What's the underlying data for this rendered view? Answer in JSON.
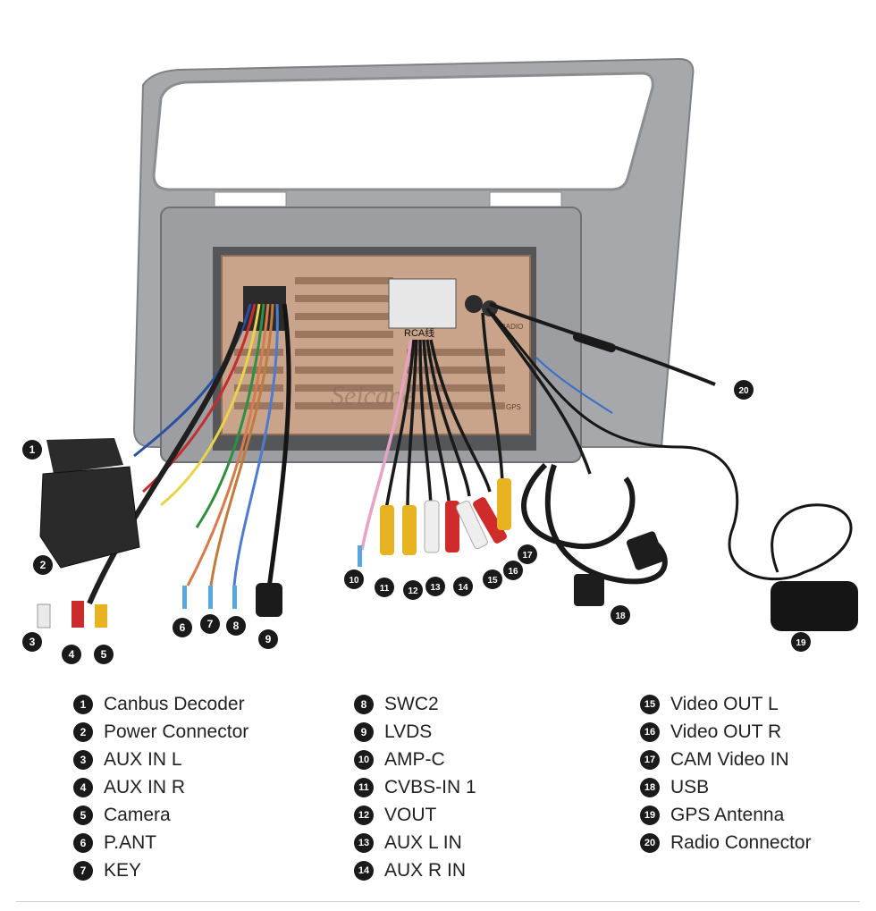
{
  "watermark": "Seicane",
  "connector_tags": {
    "rca_tag": "RCA线",
    "radio_label": "RADIO",
    "gps_label": "GPS"
  },
  "callouts": [
    {
      "num": "1"
    },
    {
      "num": "2"
    },
    {
      "num": "3"
    },
    {
      "num": "4"
    },
    {
      "num": "5"
    },
    {
      "num": "6"
    },
    {
      "num": "7"
    },
    {
      "num": "8"
    },
    {
      "num": "9"
    },
    {
      "num": "10"
    },
    {
      "num": "11"
    },
    {
      "num": "12"
    },
    {
      "num": "13"
    },
    {
      "num": "14"
    },
    {
      "num": "15"
    },
    {
      "num": "16"
    },
    {
      "num": "17"
    },
    {
      "num": "18"
    },
    {
      "num": "19"
    },
    {
      "num": "20"
    }
  ],
  "legend": {
    "columns": [
      [
        {
          "num": "1",
          "label": "Canbus Decoder"
        },
        {
          "num": "2",
          "label": "Power Connector"
        },
        {
          "num": "3",
          "label": "AUX IN L"
        },
        {
          "num": "4",
          "label": "AUX IN R"
        },
        {
          "num": "5",
          "label": "Camera"
        },
        {
          "num": "6",
          "label": "P.ANT"
        },
        {
          "num": "7",
          "label": "KEY"
        }
      ],
      [
        {
          "num": "8",
          "label": "SWC2"
        },
        {
          "num": "9",
          "label": "LVDS"
        },
        {
          "num": "10",
          "label": "AMP-C"
        },
        {
          "num": "11",
          "label": "CVBS-IN 1"
        },
        {
          "num": "12",
          "label": "VOUT"
        },
        {
          "num": "13",
          "label": "AUX L IN"
        },
        {
          "num": "14",
          "label": "AUX R IN"
        }
      ],
      [
        {
          "num": "15",
          "label": "Video OUT L"
        },
        {
          "num": "16",
          "label": "Video OUT R"
        },
        {
          "num": "17",
          "label": "CAM Video IN"
        },
        {
          "num": "18",
          "label": "USB"
        },
        {
          "num": "19",
          "label": "GPS Antenna"
        },
        {
          "num": "20",
          "label": "Radio Connector"
        }
      ]
    ]
  }
}
